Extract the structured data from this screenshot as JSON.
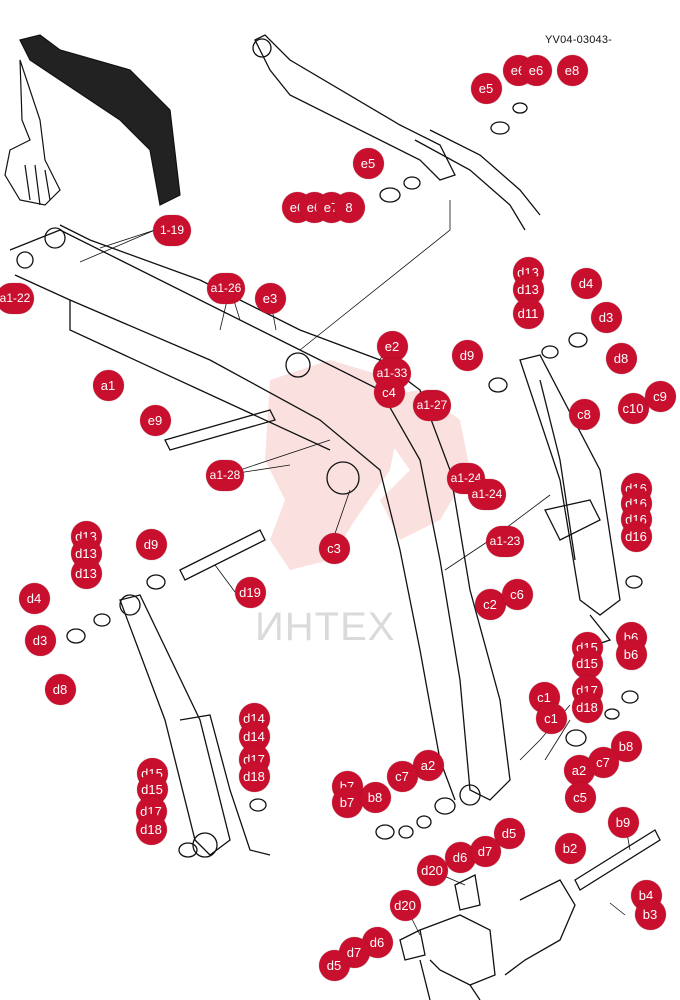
{
  "diagram": {
    "doc_code": "YV04-03043-",
    "watermark_text": "ИНТЕХ",
    "accent_color": "#c8102e",
    "callouts": [
      {
        "id": "e6a",
        "label": "e6"
      },
      {
        "id": "e6b",
        "label": "e6"
      },
      {
        "id": "e8a",
        "label": "e8"
      },
      {
        "id": "e5a",
        "label": "e5"
      },
      {
        "id": "e5b",
        "label": "e5"
      },
      {
        "id": "e6c",
        "label": "e6"
      },
      {
        "id": "e6d",
        "label": "e6"
      },
      {
        "id": "e7",
        "label": "e7"
      },
      {
        "id": "e8b",
        "label": "8"
      },
      {
        "id": "a1-19",
        "label": "1-19"
      },
      {
        "id": "a1-22",
        "label": "a1-22"
      },
      {
        "id": "a1-26",
        "label": "a1-26"
      },
      {
        "id": "e3",
        "label": "e3"
      },
      {
        "id": "d13a",
        "label": "d13"
      },
      {
        "id": "d13a2",
        "label": "d13"
      },
      {
        "id": "d11a",
        "label": "d11"
      },
      {
        "id": "d4a",
        "label": "d4"
      },
      {
        "id": "d3a",
        "label": "d3"
      },
      {
        "id": "e2",
        "label": "e2"
      },
      {
        "id": "d9a",
        "label": "d9"
      },
      {
        "id": "d8a",
        "label": "d8"
      },
      {
        "id": "a1",
        "label": "a1"
      },
      {
        "id": "a1-33",
        "label": "a1-33"
      },
      {
        "id": "c4",
        "label": "c4"
      },
      {
        "id": "a1-27",
        "label": "a1-27"
      },
      {
        "id": "c8",
        "label": "c8"
      },
      {
        "id": "c10",
        "label": "c10"
      },
      {
        "id": "c9",
        "label": "c9"
      },
      {
        "id": "e9",
        "label": "e9"
      },
      {
        "id": "a1-28",
        "label": "a1-28"
      },
      {
        "id": "a1-24a",
        "label": "a1-24"
      },
      {
        "id": "a1-24b",
        "label": "a1-24"
      },
      {
        "id": "d16a",
        "label": "d16"
      },
      {
        "id": "d16a2",
        "label": "d16"
      },
      {
        "id": "d16a3",
        "label": "d16"
      },
      {
        "id": "d16a4",
        "label": "d16"
      },
      {
        "id": "c3",
        "label": "c3"
      },
      {
        "id": "a1-23",
        "label": "a1-23"
      },
      {
        "id": "d13b",
        "label": "d13"
      },
      {
        "id": "d13b2",
        "label": "d13"
      },
      {
        "id": "d13b3",
        "label": "d13"
      },
      {
        "id": "d9b",
        "label": "d9"
      },
      {
        "id": "d4b",
        "label": "d4"
      },
      {
        "id": "d19",
        "label": "d19"
      },
      {
        "id": "c2",
        "label": "c2"
      },
      {
        "id": "c6",
        "label": "c6"
      },
      {
        "id": "d3b",
        "label": "d3"
      },
      {
        "id": "d8b",
        "label": "d8"
      },
      {
        "id": "d15a",
        "label": "d15"
      },
      {
        "id": "d15a2",
        "label": "d15"
      },
      {
        "id": "b6",
        "label": "b6"
      },
      {
        "id": "b6b",
        "label": "b6"
      },
      {
        "id": "d17a",
        "label": "d17"
      },
      {
        "id": "d18a",
        "label": "d18"
      },
      {
        "id": "c1a",
        "label": "c1"
      },
      {
        "id": "c1b",
        "label": "c1"
      },
      {
        "id": "d14",
        "label": "d14"
      },
      {
        "id": "d14b",
        "label": "d14"
      },
      {
        "id": "b8a",
        "label": "b8"
      },
      {
        "id": "d17b",
        "label": "d17"
      },
      {
        "id": "d18b",
        "label": "d18"
      },
      {
        "id": "a2a",
        "label": "a2"
      },
      {
        "id": "c7a",
        "label": "c7"
      },
      {
        "id": "a2b",
        "label": "a2"
      },
      {
        "id": "c7b",
        "label": "c7"
      },
      {
        "id": "d15b",
        "label": "d15"
      },
      {
        "id": "d15b2",
        "label": "d15"
      },
      {
        "id": "b7",
        "label": "b7"
      },
      {
        "id": "b7b",
        "label": "b7"
      },
      {
        "id": "b8b",
        "label": "b8"
      },
      {
        "id": "c5",
        "label": "c5"
      },
      {
        "id": "d17c",
        "label": "d17"
      },
      {
        "id": "d18c",
        "label": "d18"
      },
      {
        "id": "b9",
        "label": "b9"
      },
      {
        "id": "d5a",
        "label": "d5"
      },
      {
        "id": "b2",
        "label": "b2"
      },
      {
        "id": "d6a",
        "label": "d6"
      },
      {
        "id": "d7a",
        "label": "d7"
      },
      {
        "id": "d20a",
        "label": "d20"
      },
      {
        "id": "b4",
        "label": "b4"
      },
      {
        "id": "b3",
        "label": "b3"
      },
      {
        "id": "d20b",
        "label": "d20"
      },
      {
        "id": "d6b",
        "label": "d6"
      },
      {
        "id": "d7b",
        "label": "d7"
      },
      {
        "id": "d5b",
        "label": "d5"
      }
    ]
  }
}
